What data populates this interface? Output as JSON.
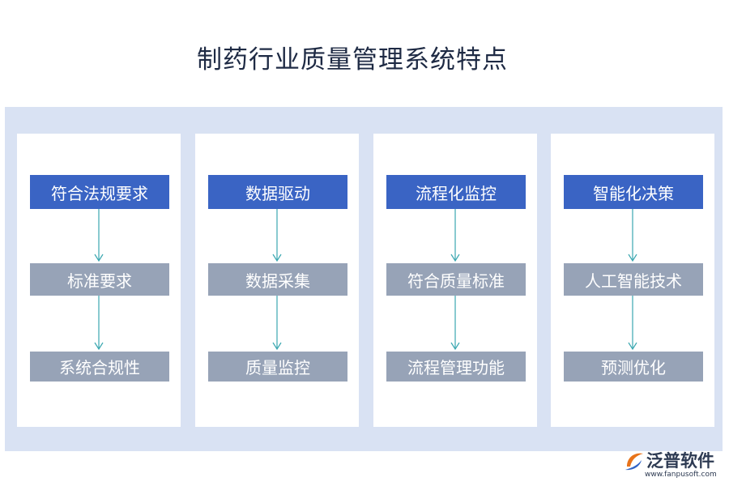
{
  "title": "制药行业质量管理系统特点",
  "colors": {
    "panel_bg": "#d9e2f3",
    "header_box": "#3a64c4",
    "sub_box": "#97a3b7",
    "arrow": "#3aa7b0"
  },
  "columns": [
    {
      "header": "符合法规要求",
      "items": [
        "标准要求",
        "系统合规性"
      ]
    },
    {
      "header": "数据驱动",
      "items": [
        "数据采集",
        "质量监控"
      ]
    },
    {
      "header": "流程化监控",
      "items": [
        "符合质量标准",
        "流程管理功能"
      ]
    },
    {
      "header": "智能化决策",
      "items": [
        "人工智能技术",
        "预测优化"
      ]
    }
  ],
  "logo": {
    "icon": "fanpu-logo-icon",
    "name": "泛普软件",
    "url": "www.fanpusoft.com"
  }
}
